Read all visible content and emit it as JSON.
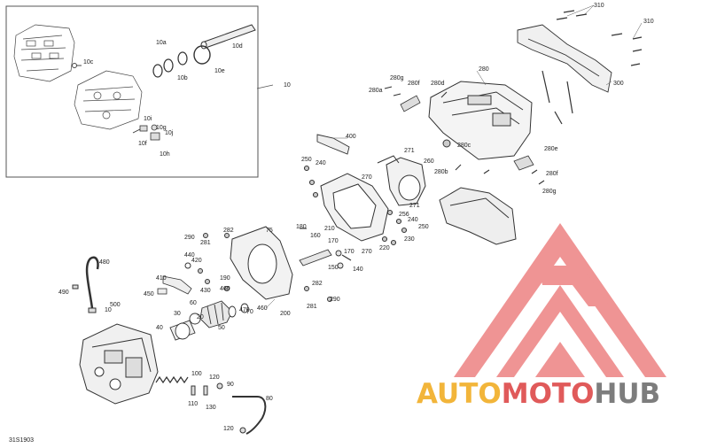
{
  "diagram": {
    "code": "31S1903",
    "labels": [
      "10",
      "10a",
      "10b",
      "10c",
      "10d",
      "10e",
      "10f",
      "10g",
      "10h",
      "10i",
      "10j",
      "20",
      "30",
      "40",
      "50",
      "60",
      "70",
      "75",
      "80",
      "90",
      "100",
      "110",
      "120",
      "130",
      "140",
      "150",
      "160",
      "170",
      "180",
      "190",
      "200",
      "210",
      "220",
      "230",
      "240",
      "250",
      "256",
      "260",
      "270",
      "271",
      "280",
      "280a",
      "280b",
      "280c",
      "280d",
      "280e",
      "280f",
      "280g",
      "281",
      "282",
      "290",
      "300",
      "310",
      "400",
      "410",
      "420",
      "430",
      "440",
      "450",
      "460",
      "470",
      "480",
      "490",
      "500"
    ]
  },
  "watermark": {
    "text_parts": [
      "AUTO",
      "MOTO",
      "HUB"
    ],
    "colors": {
      "yellow": "#f2b53a",
      "red": "#e05a5a",
      "gray": "#7d7d7d"
    },
    "logo_color": "#ef8f8f"
  }
}
